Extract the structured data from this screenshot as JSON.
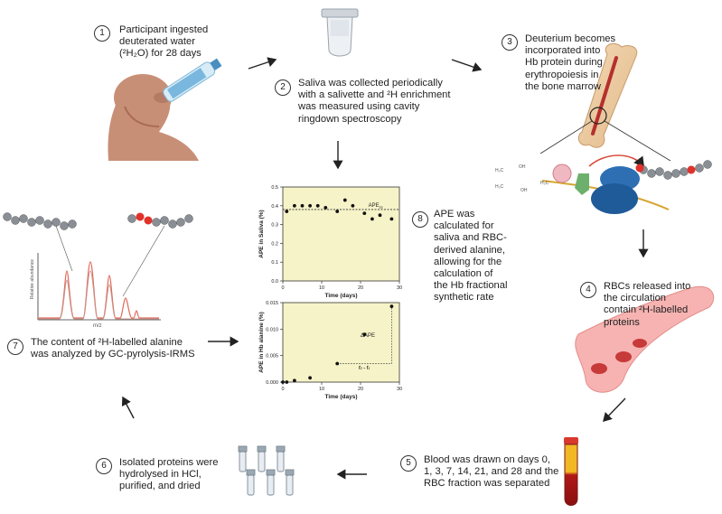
{
  "steps": [
    {
      "n": "1",
      "lines": [
        "Participant ingested",
        "deuterated water",
        "(²H₂O) for 28 days"
      ]
    },
    {
      "n": "2",
      "lines": [
        "Saliva was collected periodically",
        "with a salivette and ²H enrichment",
        "was measured using cavity",
        "ringdown spectroscopy"
      ]
    },
    {
      "n": "3",
      "lines": [
        "Deuterium becomes",
        "incorporated into",
        "Hb protein during",
        "erythropoiesis in",
        "the bone marrow"
      ]
    },
    {
      "n": "4",
      "lines": [
        "RBCs released into",
        "the circulation",
        "contain ²H-labelled",
        "proteins"
      ]
    },
    {
      "n": "5",
      "lines": [
        "Blood was drawn on days 0,",
        "1, 3, 7, 14, 21, and 28 and the",
        "RBC fraction was separated"
      ]
    },
    {
      "n": "6",
      "lines": [
        "Isolated proteins were",
        "hydrolysed in HCl,",
        "purified, and dried"
      ]
    },
    {
      "n": "7",
      "lines": [
        "The content of ²H-labelled alanine",
        "was analyzed by GC-pyrolysis-IRMS"
      ]
    },
    {
      "n": "8",
      "lines": [
        "APE was",
        "calculated for",
        "saliva and RBC-",
        "derived alanine,",
        "allowing for the",
        "calculation of",
        "the Hb fractional",
        "synthetic rate"
      ]
    }
  ],
  "chromatogram": {
    "xlabel": "m/z",
    "ylabel": "Relative abundance"
  },
  "chart_data": [
    {
      "type": "scatter",
      "xlabel": "Time (days)",
      "ylabel": "APE in Saliva (%)",
      "xlim": [
        0,
        30
      ],
      "ylim": [
        0,
        0.5
      ],
      "xticks": [
        "0",
        "10",
        "20",
        "30"
      ],
      "yticks": [
        "0.0",
        "0.1",
        "0.2",
        "0.3",
        "0.4",
        "0.5"
      ],
      "annotation": "APE",
      "annotation_sub": "ss",
      "plateau": 0.38,
      "points": [
        [
          1,
          0.37
        ],
        [
          3,
          0.4
        ],
        [
          5,
          0.4
        ],
        [
          7,
          0.4
        ],
        [
          9,
          0.4
        ],
        [
          11,
          0.39
        ],
        [
          14,
          0.37
        ],
        [
          16,
          0.43
        ],
        [
          18,
          0.4
        ],
        [
          21,
          0.36
        ],
        [
          23,
          0.33
        ],
        [
          25,
          0.35
        ],
        [
          28,
          0.33
        ]
      ]
    },
    {
      "type": "scatter",
      "xlabel": "Time (days)",
      "ylabel": "APE in Hb alanine (%)",
      "xlim": [
        0,
        30
      ],
      "ylim": [
        0,
        0.015
      ],
      "xticks": [
        "0",
        "10",
        "20",
        "30"
      ],
      "yticks": [
        "0.000",
        "0.005",
        "0.010",
        "0.015"
      ],
      "annotation_delta": "ΔAPE",
      "annotation_time": "t₂ - t₁",
      "points": [
        [
          0,
          0.0
        ],
        [
          1,
          0.0
        ],
        [
          3,
          0.0003
        ],
        [
          7,
          0.0008
        ],
        [
          14,
          0.0035
        ],
        [
          21,
          0.009
        ],
        [
          28,
          0.0143
        ]
      ]
    }
  ]
}
